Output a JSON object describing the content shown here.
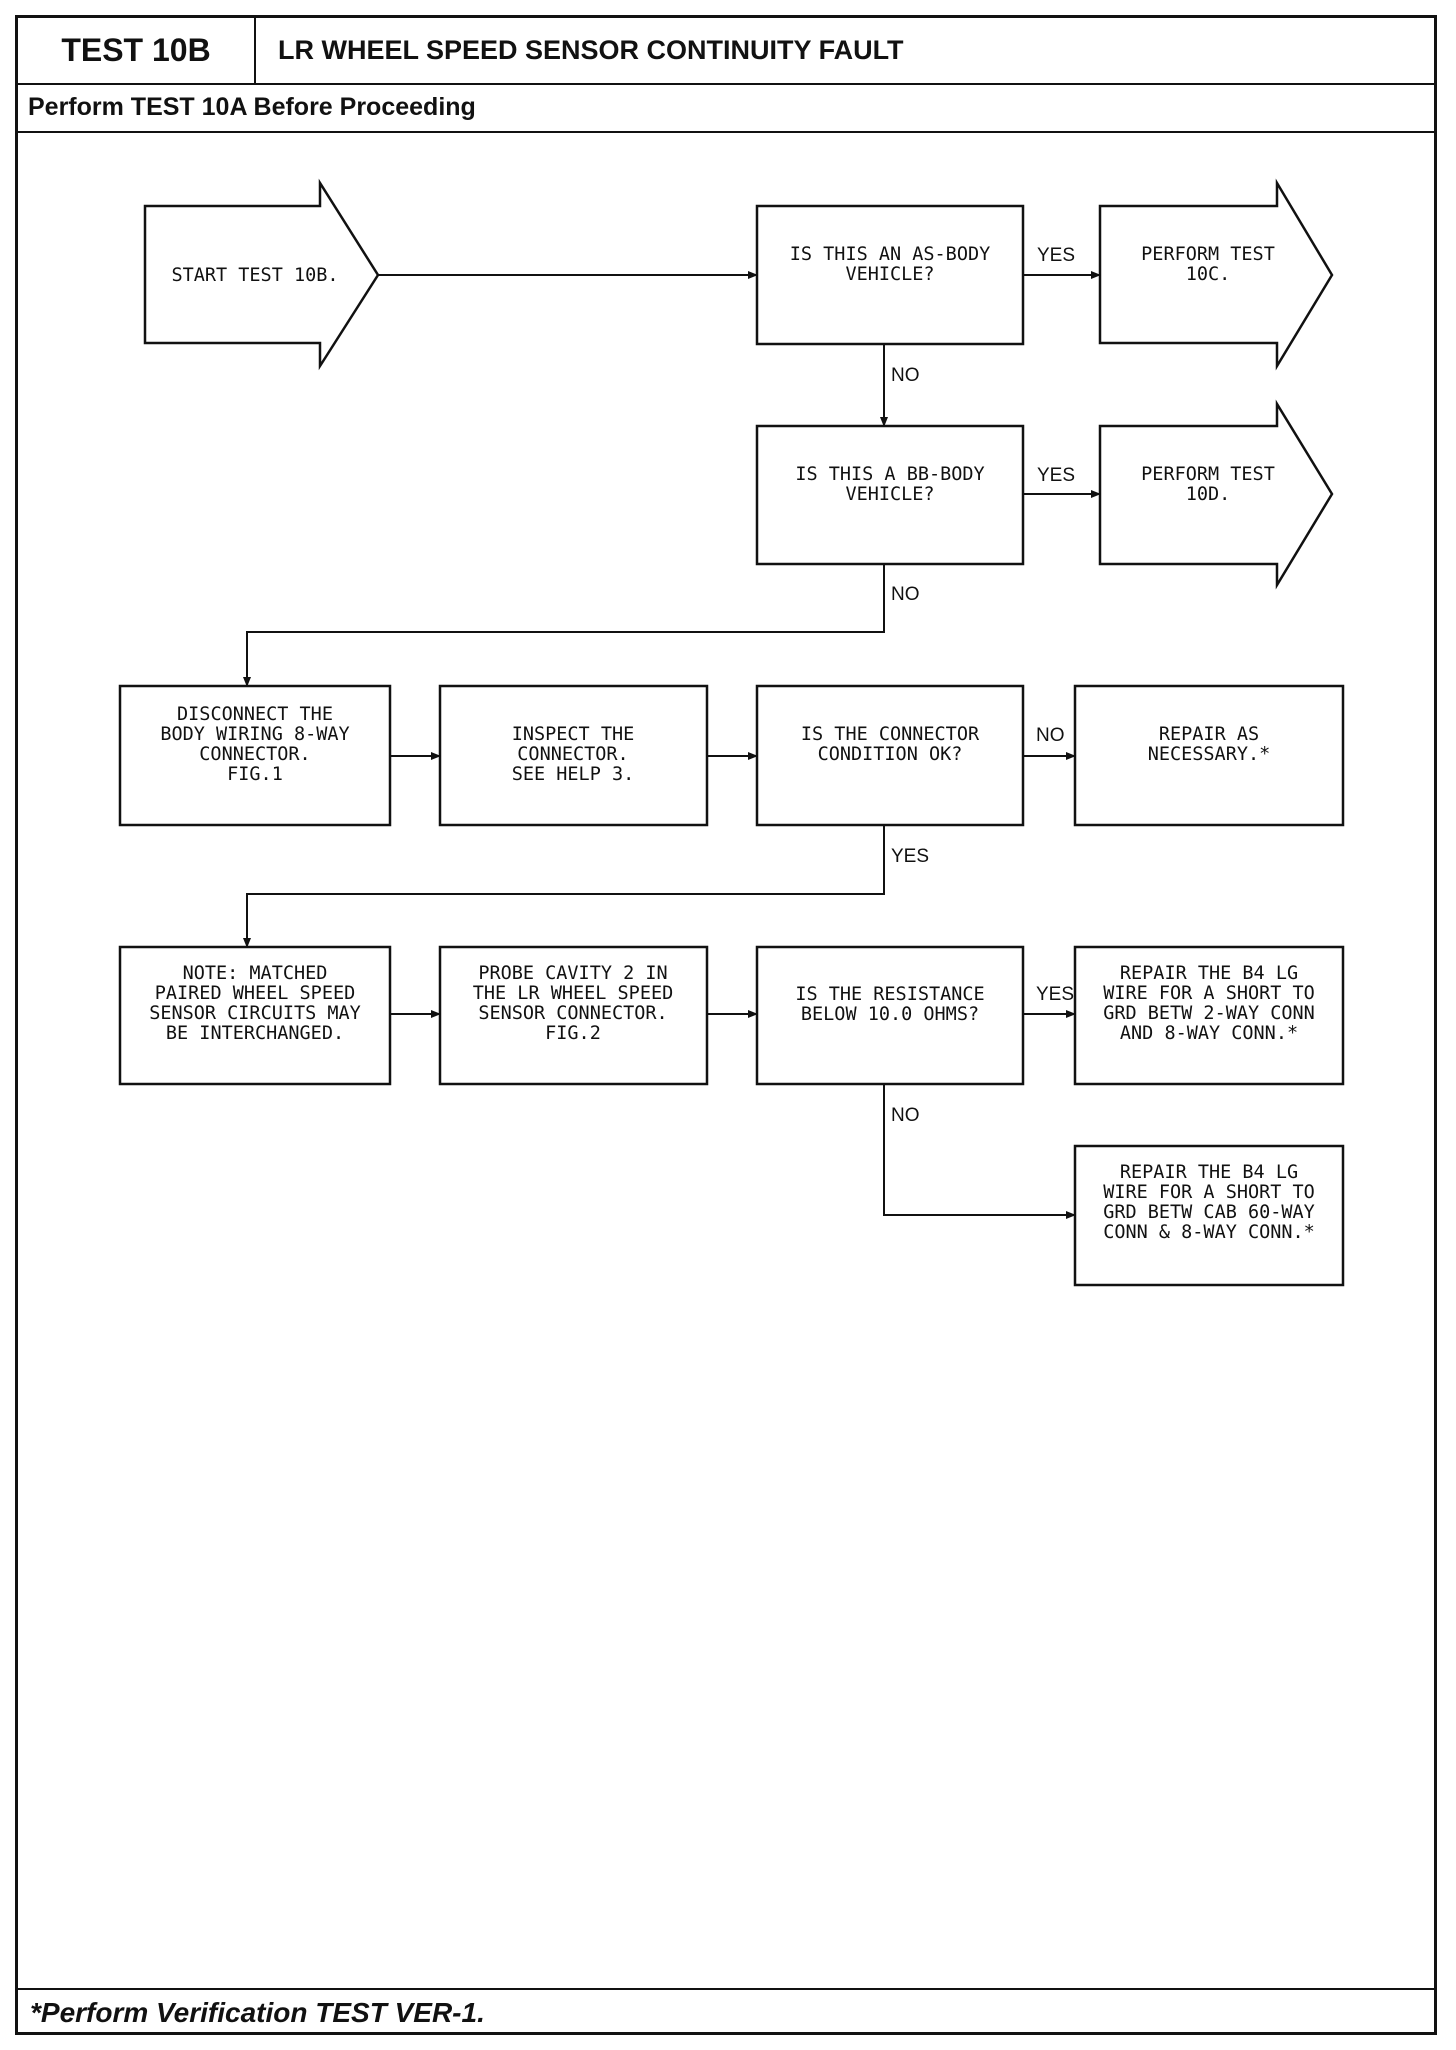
{
  "header": {
    "test_id": "TEST 10B",
    "title": "LR WHEEL SPEED SENSOR CONTINUITY FAULT",
    "prerequisite": "Perform TEST 10A Before Proceeding"
  },
  "footer": {
    "note": "*Perform Verification TEST VER-1."
  },
  "flow": {
    "start": [
      "START TEST 10B."
    ],
    "q_as_body": [
      "IS THIS AN AS-BODY",
      "VEHICLE?"
    ],
    "perform_10c": [
      "PERFORM TEST",
      "10C."
    ],
    "q_bb_body": [
      "IS THIS A BB-BODY",
      "VEHICLE?"
    ],
    "perform_10d": [
      "PERFORM TEST",
      "10D."
    ],
    "disconnect": [
      "DISCONNECT THE",
      "BODY WIRING 8-WAY",
      "CONNECTOR.",
      "",
      "FIG.1"
    ],
    "inspect": [
      "INSPECT THE",
      "CONNECTOR.",
      "SEE HELP 3."
    ],
    "q_connector_ok": [
      "IS THE CONNECTOR",
      "CONDITION OK?"
    ],
    "repair_as_necessary": [
      "REPAIR AS",
      "NECESSARY.*"
    ],
    "note_matched": [
      "NOTE:  MATCHED",
      "PAIRED WHEEL SPEED",
      "SENSOR CIRCUITS MAY",
      "BE INTERCHANGED."
    ],
    "probe": [
      "PROBE CAVITY 2 IN",
      "THE LR WHEEL SPEED",
      "SENSOR CONNECTOR.",
      "",
      "FIG.2"
    ],
    "q_resistance": [
      "IS THE RESISTANCE",
      "BELOW 10.0 OHMS?"
    ],
    "repair_2way": [
      "REPAIR THE B4 LG",
      "WIRE FOR A SHORT TO",
      "GRD BETW 2-WAY CONN",
      "AND 8-WAY CONN.*"
    ],
    "repair_60way": [
      "REPAIR THE B4 LG",
      "WIRE FOR A SHORT TO",
      "GRD BETW CAB 60-WAY",
      "CONN & 8-WAY CONN.*"
    ]
  },
  "labels": {
    "yes": "YES",
    "no": "NO"
  }
}
